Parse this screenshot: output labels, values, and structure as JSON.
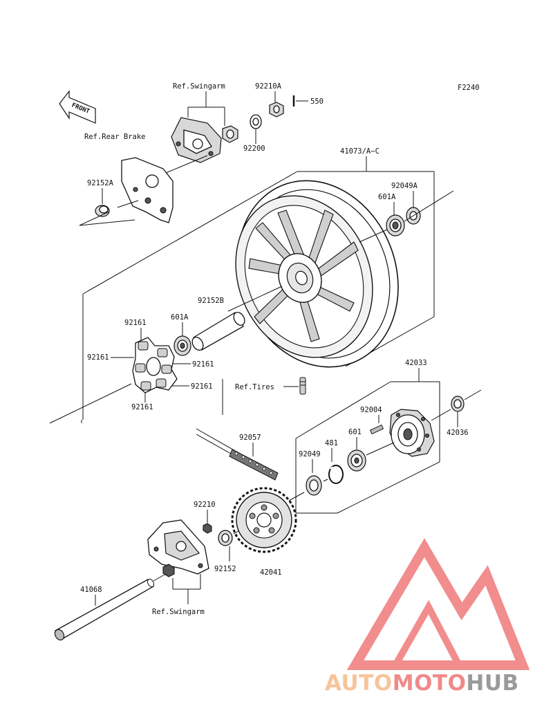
{
  "figure_code": "F2240",
  "front_tag": "FRONT",
  "labels": {
    "ref_swingarm_top": "Ref.Swingarm",
    "ref_rear_brake": "Ref.Rear Brake",
    "p92210A": "92210A",
    "p550": "550",
    "p92200": "92200",
    "p41073": "41073/A~C",
    "p92152A": "92152A",
    "p92049A": "92049A",
    "p601A_top": "601A",
    "p92152B": "92152B",
    "p92161_a": "92161",
    "p601A_mid": "601A",
    "p92161_b": "92161",
    "p92161_c": "92161",
    "p92161_d": "92161",
    "p92161_e": "92161",
    "ref_tires": "Ref.Tires",
    "p42033": "42033",
    "p92004": "92004",
    "p601": "601",
    "p42036": "42036",
    "p92057": "92057",
    "p481": "481",
    "p92049": "92049",
    "p92210": "92210",
    "p92152": "92152",
    "p42041": "42041",
    "p41068": "41068",
    "ref_swingarm_bottom": "Ref.Swingarm"
  },
  "watermark": {
    "part1": "AUTO",
    "part2": "MOTO",
    "part3": "HUB",
    "color_auto": "#f7c49a",
    "color_moto": "#f08a8a",
    "color_hub": "#9a9a9a",
    "logo_color": "#f06a6a"
  }
}
